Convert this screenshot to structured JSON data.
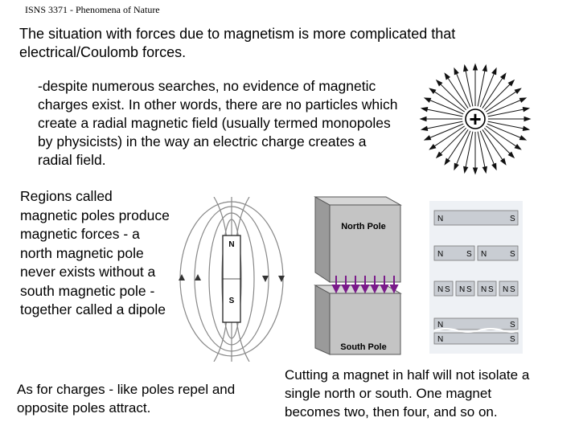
{
  "header": {
    "title": "ISNS 3371 - Phenomena of Nature"
  },
  "intro": {
    "text": "The situation with forces due to magnetism is more complicated that electrical/Coulomb forces."
  },
  "monopole": {
    "text": "-despite numerous searches, no evidence of magnetic charges exist. In other words, there are no particles which create a radial magnetic field (usually termed monopoles by physicists) in the way an electric charge creates a radial  field.",
    "charge_symbol": "+"
  },
  "poles": {
    "text": "Regions called magnetic poles produce magnetic forces - a north magnetic pole never exists without a south magnetic pole - together called a dipole"
  },
  "bar_magnet": {
    "north": "N",
    "south": "S"
  },
  "pole_faces": {
    "north_label": "North Pole",
    "south_label": "South Pole",
    "arrow_color": "#7a1b8a"
  },
  "split_magnets": {
    "row1": [
      "N",
      "S"
    ],
    "row2": [
      "N",
      "S",
      "N",
      "S"
    ],
    "row3": [
      "N",
      "S",
      "N",
      "S",
      "N",
      "S",
      "N",
      "S"
    ],
    "row4_top": [
      "N",
      "S"
    ],
    "row4_bottom": [
      "N",
      "S"
    ]
  },
  "charges": {
    "text": "As for charges - like poles repel and opposite poles attract."
  },
  "cutting": {
    "lines": [
      "Cutting a magnet in half will not isolate a",
      "single north or south.  One magnet",
      "becomes two,  then four, and so on."
    ]
  }
}
